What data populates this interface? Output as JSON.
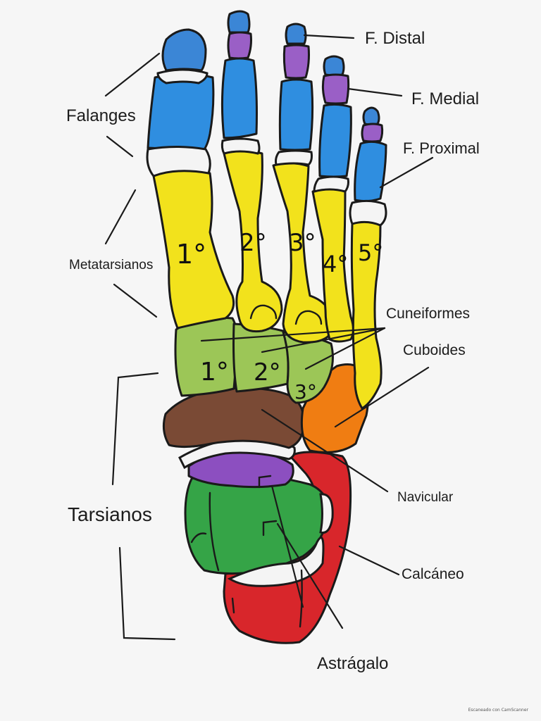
{
  "labels": {
    "distal": "F. Distal",
    "medial": "F. Medial",
    "proximal": "F. Proximal",
    "falanges": "Falanges",
    "metatarsianos": "Metatarsianos",
    "cuneiformes": "Cuneiformes",
    "cuboides": "Cuboides",
    "navicular": "Navicular",
    "tarsianos": "Tarsianos",
    "calcaneo": "Calcáneo",
    "astragalo": "Astrágalo"
  },
  "metatarsal_numbers": [
    "1°",
    "2°",
    "3°",
    "4°",
    "5°"
  ],
  "cuneiform_numbers": [
    "1°",
    "2°",
    "3°"
  ],
  "credit": "Escaneado con CamScanner",
  "colors": {
    "distal_phalanx": "#3b86d6",
    "medial_phalanx": "#9a5fc6",
    "proximal_phalanx": "#2f8ee0",
    "metatarsal": "#f2e21c",
    "cuneiform": "#9cc657",
    "cuboid": "#f07d12",
    "navicular": "#7a4a35",
    "talus_head": "#8c4fc0",
    "talus": "#35a447",
    "calcaneus": "#d8262b"
  }
}
